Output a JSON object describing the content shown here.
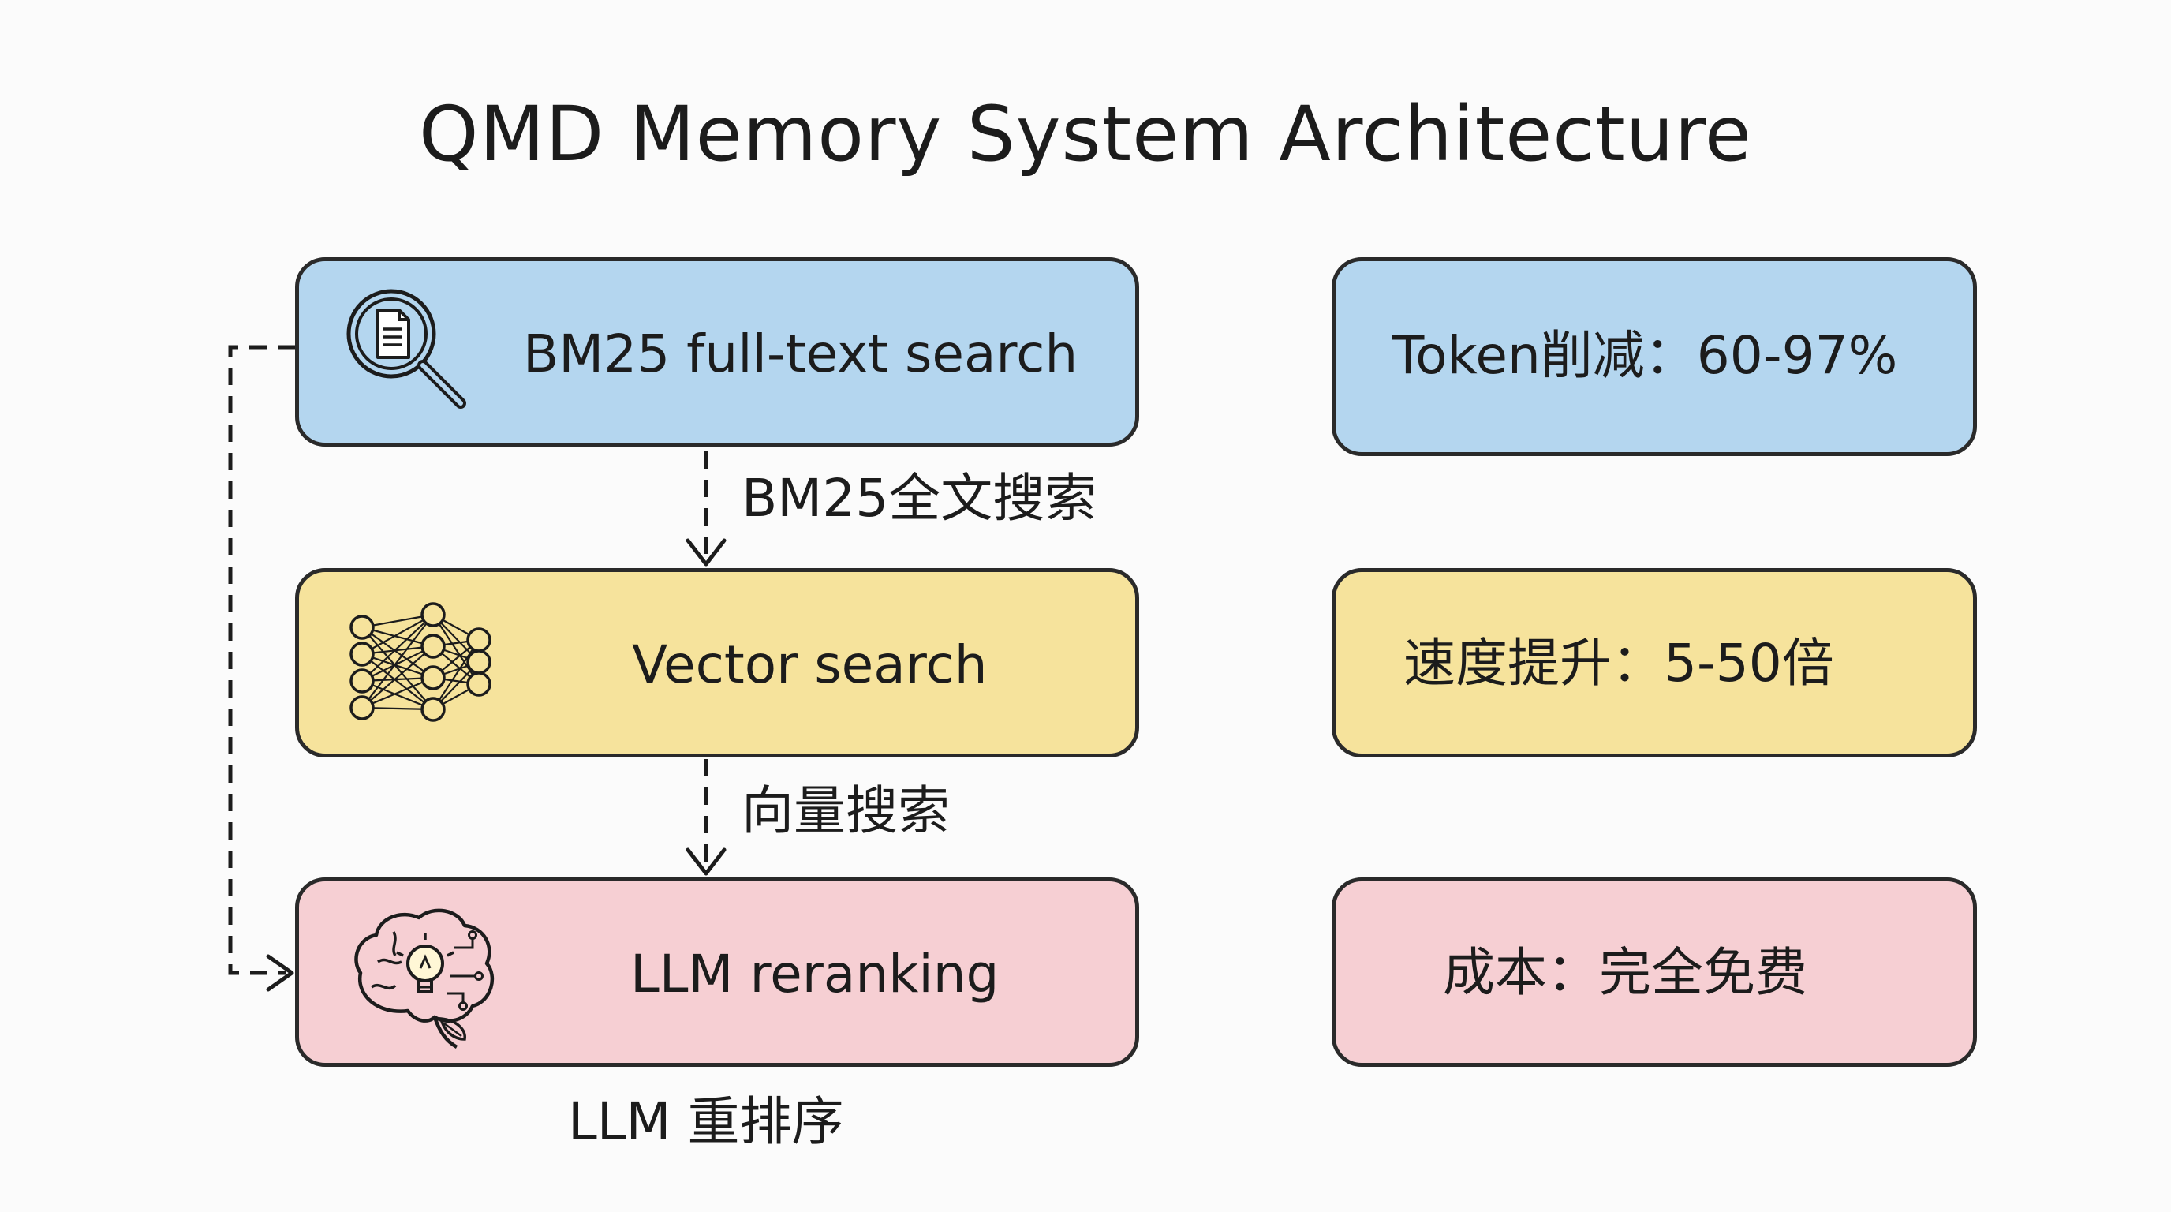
{
  "title": "QMD Memory System Architecture",
  "pipeline": {
    "stages": [
      {
        "label": "BM25 full-text search",
        "icon": "document-search-icon",
        "color": "#b4d6ef"
      },
      {
        "label": "Vector search",
        "icon": "neural-network-icon",
        "color": "#f6e39c"
      },
      {
        "label": "LLM reranking",
        "icon": "brain-lightbulb-icon",
        "color": "#f6cfd3"
      }
    ],
    "connectors": [
      {
        "label": "BM25全文搜索"
      },
      {
        "label": "向量搜索"
      }
    ],
    "bottom_label": "LLM 重排序"
  },
  "metrics": [
    {
      "label": "Token削减：60-97%",
      "color": "#b4d6ef"
    },
    {
      "label": "速度提升：5-50倍",
      "color": "#f6e39c"
    },
    {
      "label": "成本：完全免费",
      "color": "#f6cfd3"
    }
  ]
}
